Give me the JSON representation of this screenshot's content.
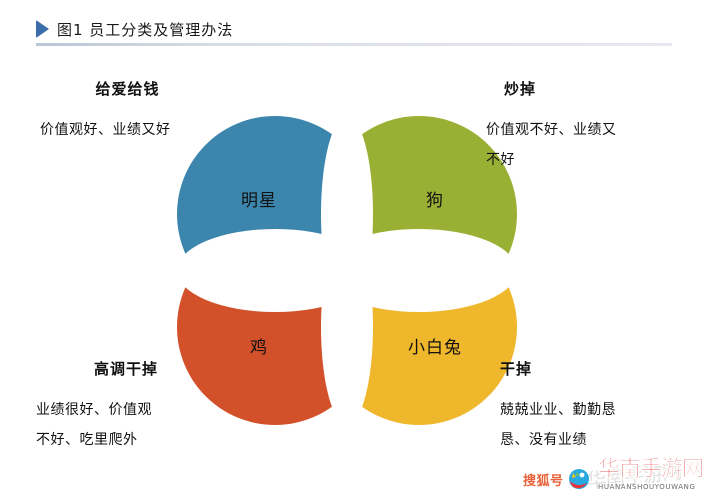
{
  "header": {
    "bullet_icon": "triangle-right-icon",
    "title": "图1  员工分类及管理办法"
  },
  "diagram": {
    "type": "four-circle-venn",
    "circles": [
      {
        "id": "star",
        "label": "明星",
        "color": "#3c85ad",
        "position": "top-left"
      },
      {
        "id": "dog",
        "label": "狗",
        "color": "#9ab035",
        "position": "top-right"
      },
      {
        "id": "chick",
        "label": "鸡",
        "color": "#d2512b",
        "position": "bottom-left"
      },
      {
        "id": "rabbit",
        "label": "小白兔",
        "color": "#efb72c",
        "position": "bottom-right"
      }
    ]
  },
  "annotations": {
    "top_left": {
      "heading": "给爱给钱",
      "line1": "价值观好、业绩又好",
      "line2": ""
    },
    "top_right": {
      "heading": "炒掉",
      "line1": "价值观不好、业绩又",
      "line2": "不好"
    },
    "bottom_left": {
      "heading": "高调干掉",
      "line1": "业绩很好、价值观",
      "line2": "不好、吃里爬外"
    },
    "bottom_right": {
      "heading": "干掉",
      "line1": "兢兢业业、勤勤恳",
      "line2": "恳、没有业绩"
    }
  },
  "watermarks": {
    "sohu_label": "搜狐号",
    "sohu_logo_icon": "sohu-fox-logo-icon",
    "brand_cn": "华南手游网",
    "brand_en": "HUANANSHOUYOUWANG",
    "brand_color": "#e01b18"
  }
}
